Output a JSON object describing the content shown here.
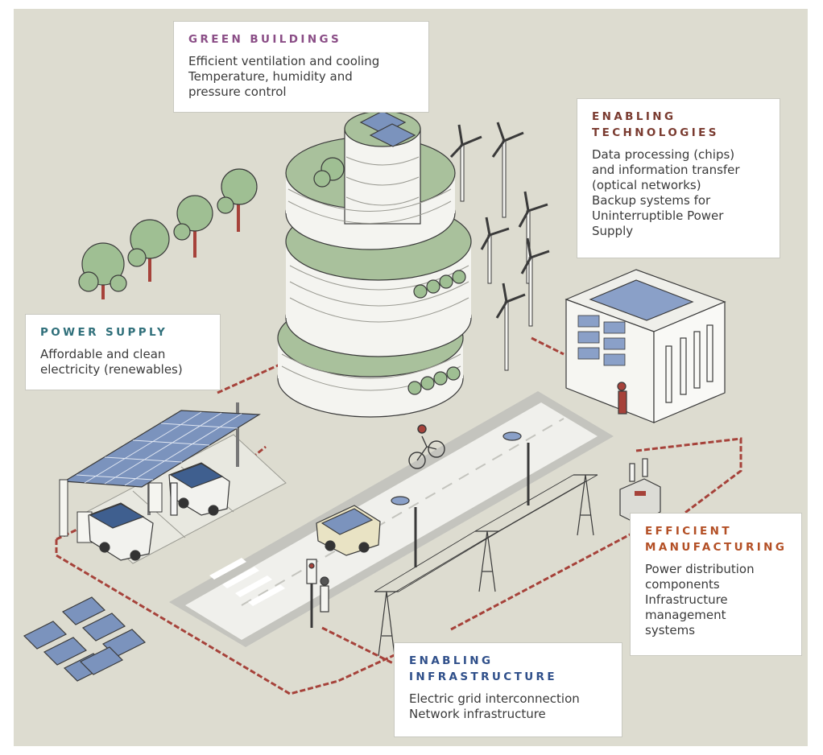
{
  "colors": {
    "background": "#dddcd0",
    "green_roof": "#a9c19c",
    "tree": "#9fbf93",
    "solar": "#7b93bd",
    "cable": "#a6423a",
    "green_buildings_title": "#8a4d86",
    "power_supply_title": "#2f6f7a",
    "enabling_technologies_title": "#7a3b30",
    "efficient_manufacturing_title": "#b34f25",
    "enabling_infrastructure_title": "#2f4f8a"
  },
  "callouts": {
    "green_buildings": {
      "title": "GREEN BUILDINGS",
      "lines": [
        "Efficient ventilation and cooling",
        "Temperature, humidity and",
        "pressure control"
      ]
    },
    "enabling_technologies": {
      "title_lines": [
        "ENABLING",
        "TECHNOLOGIES"
      ],
      "lines": [
        "Data processing (chips)",
        "and information transfer",
        "(optical networks)",
        "Backup systems for",
        "Uninterruptible Power",
        "Supply"
      ]
    },
    "power_supply": {
      "title": "POWER SUPPLY",
      "lines": [
        "Affordable and clean",
        "electricity (renewables)"
      ]
    },
    "efficient_manufacturing": {
      "title_lines": [
        "EFFICIENT",
        "MANUFACTURING"
      ],
      "lines": [
        "Power distribution",
        "components",
        "Infrastructure",
        "management",
        "systems"
      ]
    },
    "enabling_infrastructure": {
      "title_lines": [
        "ENABLING",
        "INFRASTRUCTURE"
      ],
      "lines": [
        "Electric grid interconnection",
        "Network infrastructure"
      ]
    }
  }
}
